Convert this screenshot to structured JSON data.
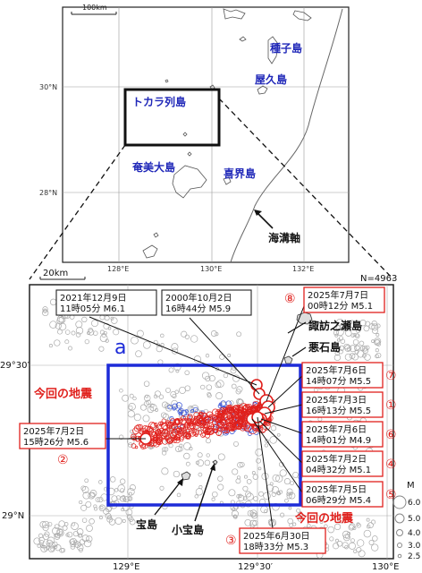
{
  "overview_map": {
    "scale_label": "100km",
    "lat_labels": [
      "30°N",
      "28°N"
    ],
    "lon_labels": [
      "128°E",
      "130°E",
      "132°E"
    ],
    "islands": {
      "tanegashima": "種子島",
      "yakushima": "屋久島",
      "tokara": "トカラ列島",
      "amami": "奄美大島",
      "kikai": "喜界島"
    },
    "trench_axis": "海溝軸"
  },
  "detail_map": {
    "scale_label": "20km",
    "count_label": "N=4963",
    "region_label": "a",
    "lat_labels": [
      "29°30′",
      "29°N"
    ],
    "lon_labels": [
      "129°E",
      "129°30′",
      "130°E"
    ],
    "place_labels": {
      "suwanosejima": "諏訪之瀬島",
      "akusekijima": "悪石島",
      "takarajima": "宝島",
      "kodakarajima": "小宝島"
    },
    "current_quakes_label": "今回の地震",
    "magnitude_legend": {
      "title": "M",
      "values": [
        "6.0",
        "5.0",
        "4.0",
        "3.0",
        "2.5"
      ]
    }
  },
  "annotations_black": [
    {
      "id": "2021",
      "line1": "2021年12月9日",
      "line2": "11時05分 M6.1"
    },
    {
      "id": "2000",
      "line1": "2000年10月2日",
      "line2": "16時44分 M5.9"
    }
  ],
  "annotations_red": [
    {
      "num": "⑧",
      "line1": "2025年7月7日",
      "line2": "00時12分 M5.1"
    },
    {
      "num": "⑦",
      "line1": "2025年7月6日",
      "line2": "14時07分 M5.5"
    },
    {
      "num": "①",
      "line1": "2025年7月3日",
      "line2": "16時13分 M5.5"
    },
    {
      "num": "⑥",
      "line1": "2025年7月6日",
      "line2": "14時01分 M4.9"
    },
    {
      "num": "④",
      "line1": "2025年7月2日",
      "line2": "04時32分 M5.1"
    },
    {
      "num": "⑤",
      "line1": "2025年7月5日",
      "line2": "06時29分 M5.4"
    },
    {
      "num": "②",
      "line1": "2025年7月2日",
      "line2": "15時26分 M5.6"
    },
    {
      "num": "③",
      "line1": "2025年6月30日",
      "line2": "18時33分 M5.3"
    }
  ],
  "colors": {
    "red": "#e0201c",
    "blue_box": "#1d2bd8",
    "island_label": "#1f27b8",
    "grid": "#999999"
  }
}
